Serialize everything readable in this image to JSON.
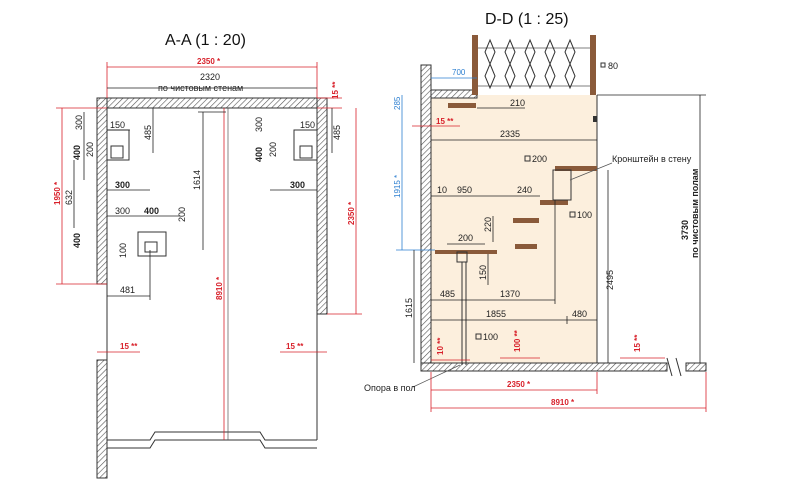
{
  "sections": {
    "aa": {
      "title": "A-A (1 : 20)",
      "dims": {
        "top_red": "2350 *",
        "top_black": "2320",
        "top_caption": "по чистовым стенам",
        "r15_top": "15 **",
        "r15_left": "15 **",
        "r15_right": "15 **",
        "left_1950": "1950 *",
        "right_2350": "2350 *",
        "center_8910": "8910 *",
        "d300a": "300",
        "d150a": "150",
        "d485a": "485",
        "d400a": "400",
        "d200a": "200",
        "d632": "632",
        "d300b": "300",
        "d300c": "300",
        "d400b": "400",
        "d200b": "200",
        "d400c": "400",
        "d100a": "100",
        "d481": "481",
        "d1614": "1614",
        "d300d": "300",
        "d150b": "150",
        "d485b": "485",
        "d400d": "400",
        "d200c": "200",
        "d300e": "300"
      }
    },
    "dd": {
      "title": "D-D (1 : 25)",
      "dims": {
        "b700": "700",
        "b285": "285",
        "b1915": "1915 *",
        "d80": "80",
        "d210": "210",
        "r15": "15 **",
        "d2335": "2335",
        "d200a": "200",
        "d10": "10",
        "d950": "950",
        "d240": "240",
        "d100a": "100",
        "d220": "220",
        "d200b": "200",
        "d150": "150",
        "d485": "485",
        "d1370": "1370",
        "d1615": "1615",
        "d1855": "1855",
        "d480": "480",
        "d2495": "2495",
        "d3730": "3730",
        "floor_caption": "по чистовым полам",
        "d100b": "100",
        "r10": "10 **",
        "r100": "100 **",
        "r15b": "15 **",
        "r2350": "2350 *",
        "r8910": "8910 *"
      },
      "labels": {
        "bracket": "Кронштейн в стену",
        "support": "Опора в пол"
      }
    }
  },
  "colors": {
    "red": "#d8202a",
    "blue": "#2d7fd0",
    "wood": "#8a5a3a",
    "fill": "#fcefdd"
  }
}
